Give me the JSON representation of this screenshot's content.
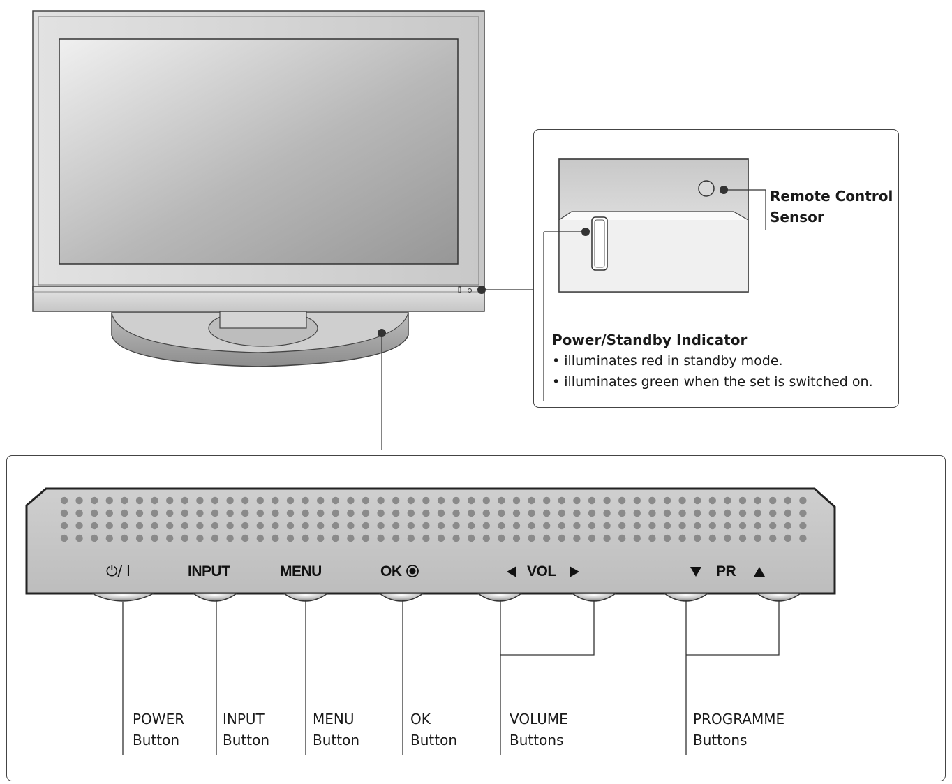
{
  "callout": {
    "sensor": {
      "line1": "Remote Control",
      "line2": "Sensor"
    },
    "indicator": {
      "title": "Power/Standby Indicator",
      "bullets": [
        "• illuminates red in standby mode.",
        "• illuminates green when the set is switched on."
      ]
    }
  },
  "panel_markings": {
    "power": "⏻/ I",
    "input": "INPUT",
    "menu": "MENU",
    "ok": "OK",
    "vol": "VOL",
    "pr": "PR"
  },
  "button_labels": [
    {
      "line1": "POWER",
      "line2": "Button"
    },
    {
      "line1": "INPUT",
      "line2": "Button"
    },
    {
      "line1": "MENU",
      "line2": "Button"
    },
    {
      "line1": "OK",
      "line2": "Button"
    },
    {
      "line1": "VOLUME",
      "line2": "Buttons"
    },
    {
      "line1": "PROGRAMME",
      "line2": "Buttons"
    }
  ],
  "colors": {
    "line": "#333333",
    "bezel": "#d0d0d0",
    "screen_light": "#eeeeee",
    "screen_dark": "#9a9a9a"
  }
}
